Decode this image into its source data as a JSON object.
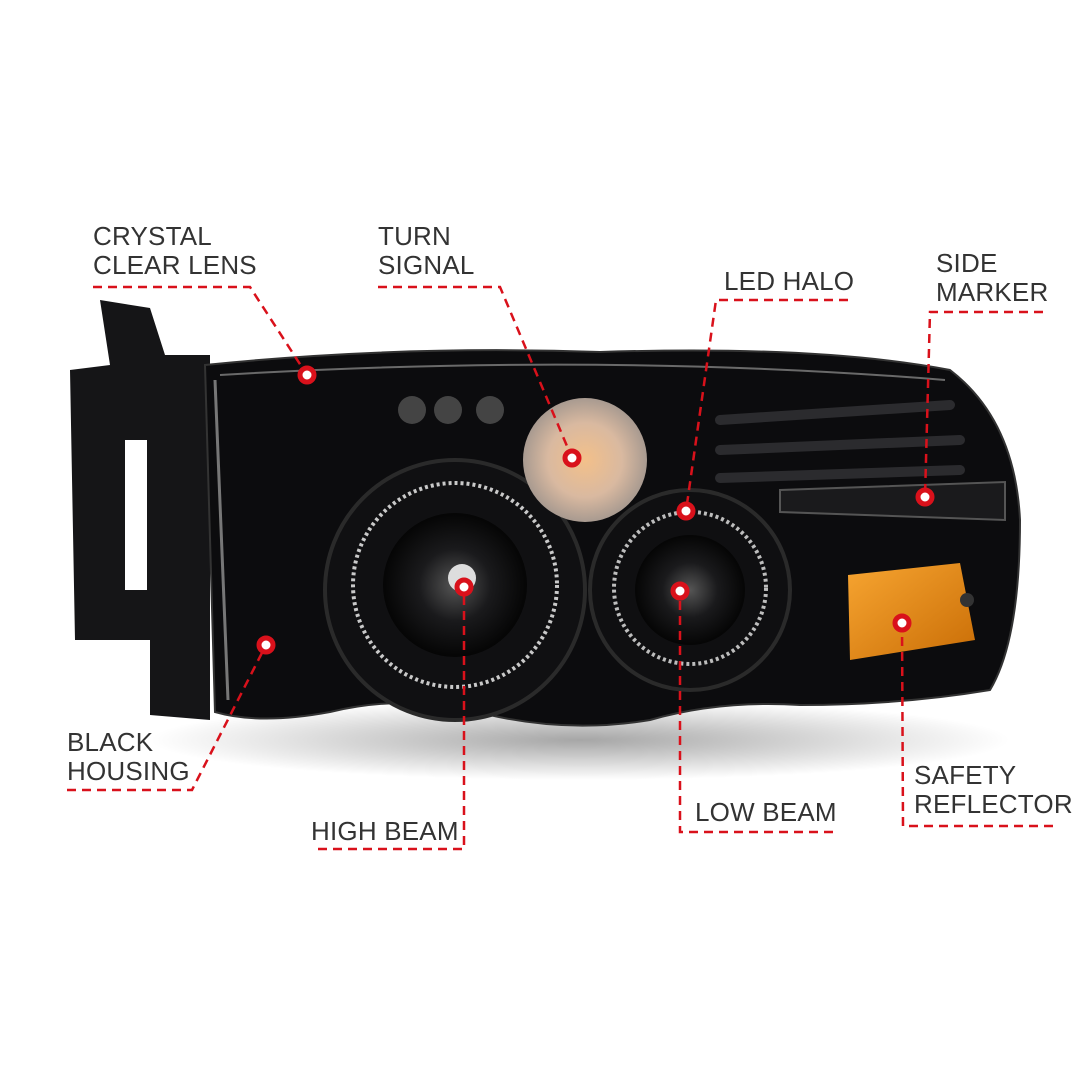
{
  "callouts": {
    "crystal_clear_lens": {
      "line1": "CRYSTAL",
      "line2": "CLEAR LENS"
    },
    "turn_signal": {
      "line1": "TURN",
      "line2": "SIGNAL"
    },
    "led_halo": {
      "line1": "LED HALO"
    },
    "side_marker": {
      "line1": "SIDE",
      "line2": "MARKER"
    },
    "black_housing": {
      "line1": "BLACK",
      "line2": "HOUSING"
    },
    "high_beam": {
      "line1": "HIGH BEAM"
    },
    "low_beam": {
      "line1": "LOW BEAM"
    },
    "safety_reflector": {
      "line1": "SAFETY",
      "line2": "REFLECTOR"
    }
  },
  "colors": {
    "callout_line": "#d9111b",
    "text": "#333333",
    "housing": "#0c0c0e",
    "amber": "#e98a12"
  }
}
